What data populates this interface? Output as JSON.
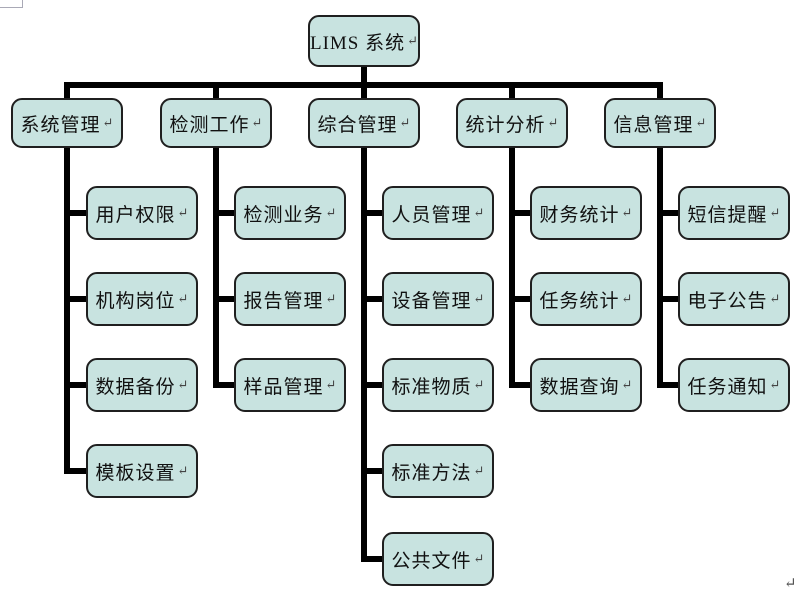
{
  "marks": {
    "return_mark": "↵"
  },
  "colors": {
    "box_fill": "#c8e3e0",
    "box_border": "#1f1f1f",
    "connector": "#000000",
    "background": "#ffffff",
    "text": "#111111"
  },
  "tree": {
    "root": {
      "label": "LIMS 系统"
    },
    "branches": [
      {
        "label": "系统管理",
        "children": [
          "用户权限",
          "机构岗位",
          "数据备份",
          "模板设置"
        ]
      },
      {
        "label": "检测工作",
        "children": [
          "检测业务",
          "报告管理",
          "样品管理"
        ]
      },
      {
        "label": "综合管理",
        "children": [
          "人员管理",
          "设备管理",
          "标准物质",
          "标准方法",
          "公共文件"
        ]
      },
      {
        "label": "统计分析",
        "children": [
          "财务统计",
          "任务统计",
          "数据查询"
        ]
      },
      {
        "label": "信息管理",
        "children": [
          "短信提醒",
          "电子公告",
          "任务通知"
        ]
      }
    ]
  }
}
